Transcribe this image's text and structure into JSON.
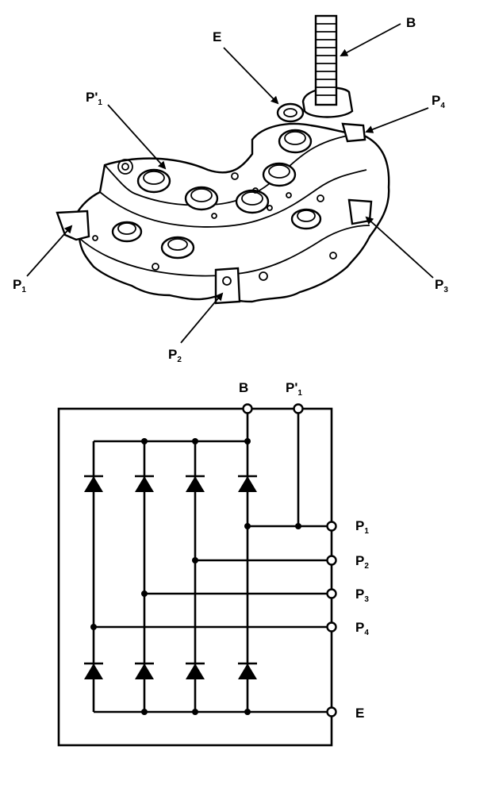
{
  "component_view": {
    "labels": {
      "B": {
        "main": "B",
        "sub": ""
      },
      "E": {
        "main": "E",
        "sub": ""
      },
      "P1prime": {
        "main": "P'",
        "sub": "1"
      },
      "P4": {
        "main": "P",
        "sub": "4"
      },
      "P1": {
        "main": "P",
        "sub": "1"
      },
      "P2": {
        "main": "P",
        "sub": "2"
      },
      "P3": {
        "main": "P",
        "sub": "3"
      }
    }
  },
  "schematic": {
    "top_labels": {
      "B": {
        "main": "B",
        "sub": ""
      },
      "P1prime": {
        "main": "P'",
        "sub": "1"
      }
    },
    "terminals": [
      {
        "id": "P1",
        "main": "P",
        "sub": "1"
      },
      {
        "id": "P2",
        "main": "P",
        "sub": "2"
      },
      {
        "id": "P3",
        "main": "P",
        "sub": "3"
      },
      {
        "id": "P4",
        "main": "P",
        "sub": "4"
      },
      {
        "id": "E",
        "main": "E",
        "sub": ""
      }
    ],
    "diode_count": 8
  },
  "colors": {
    "ink": "#000000",
    "paper": "#ffffff"
  }
}
